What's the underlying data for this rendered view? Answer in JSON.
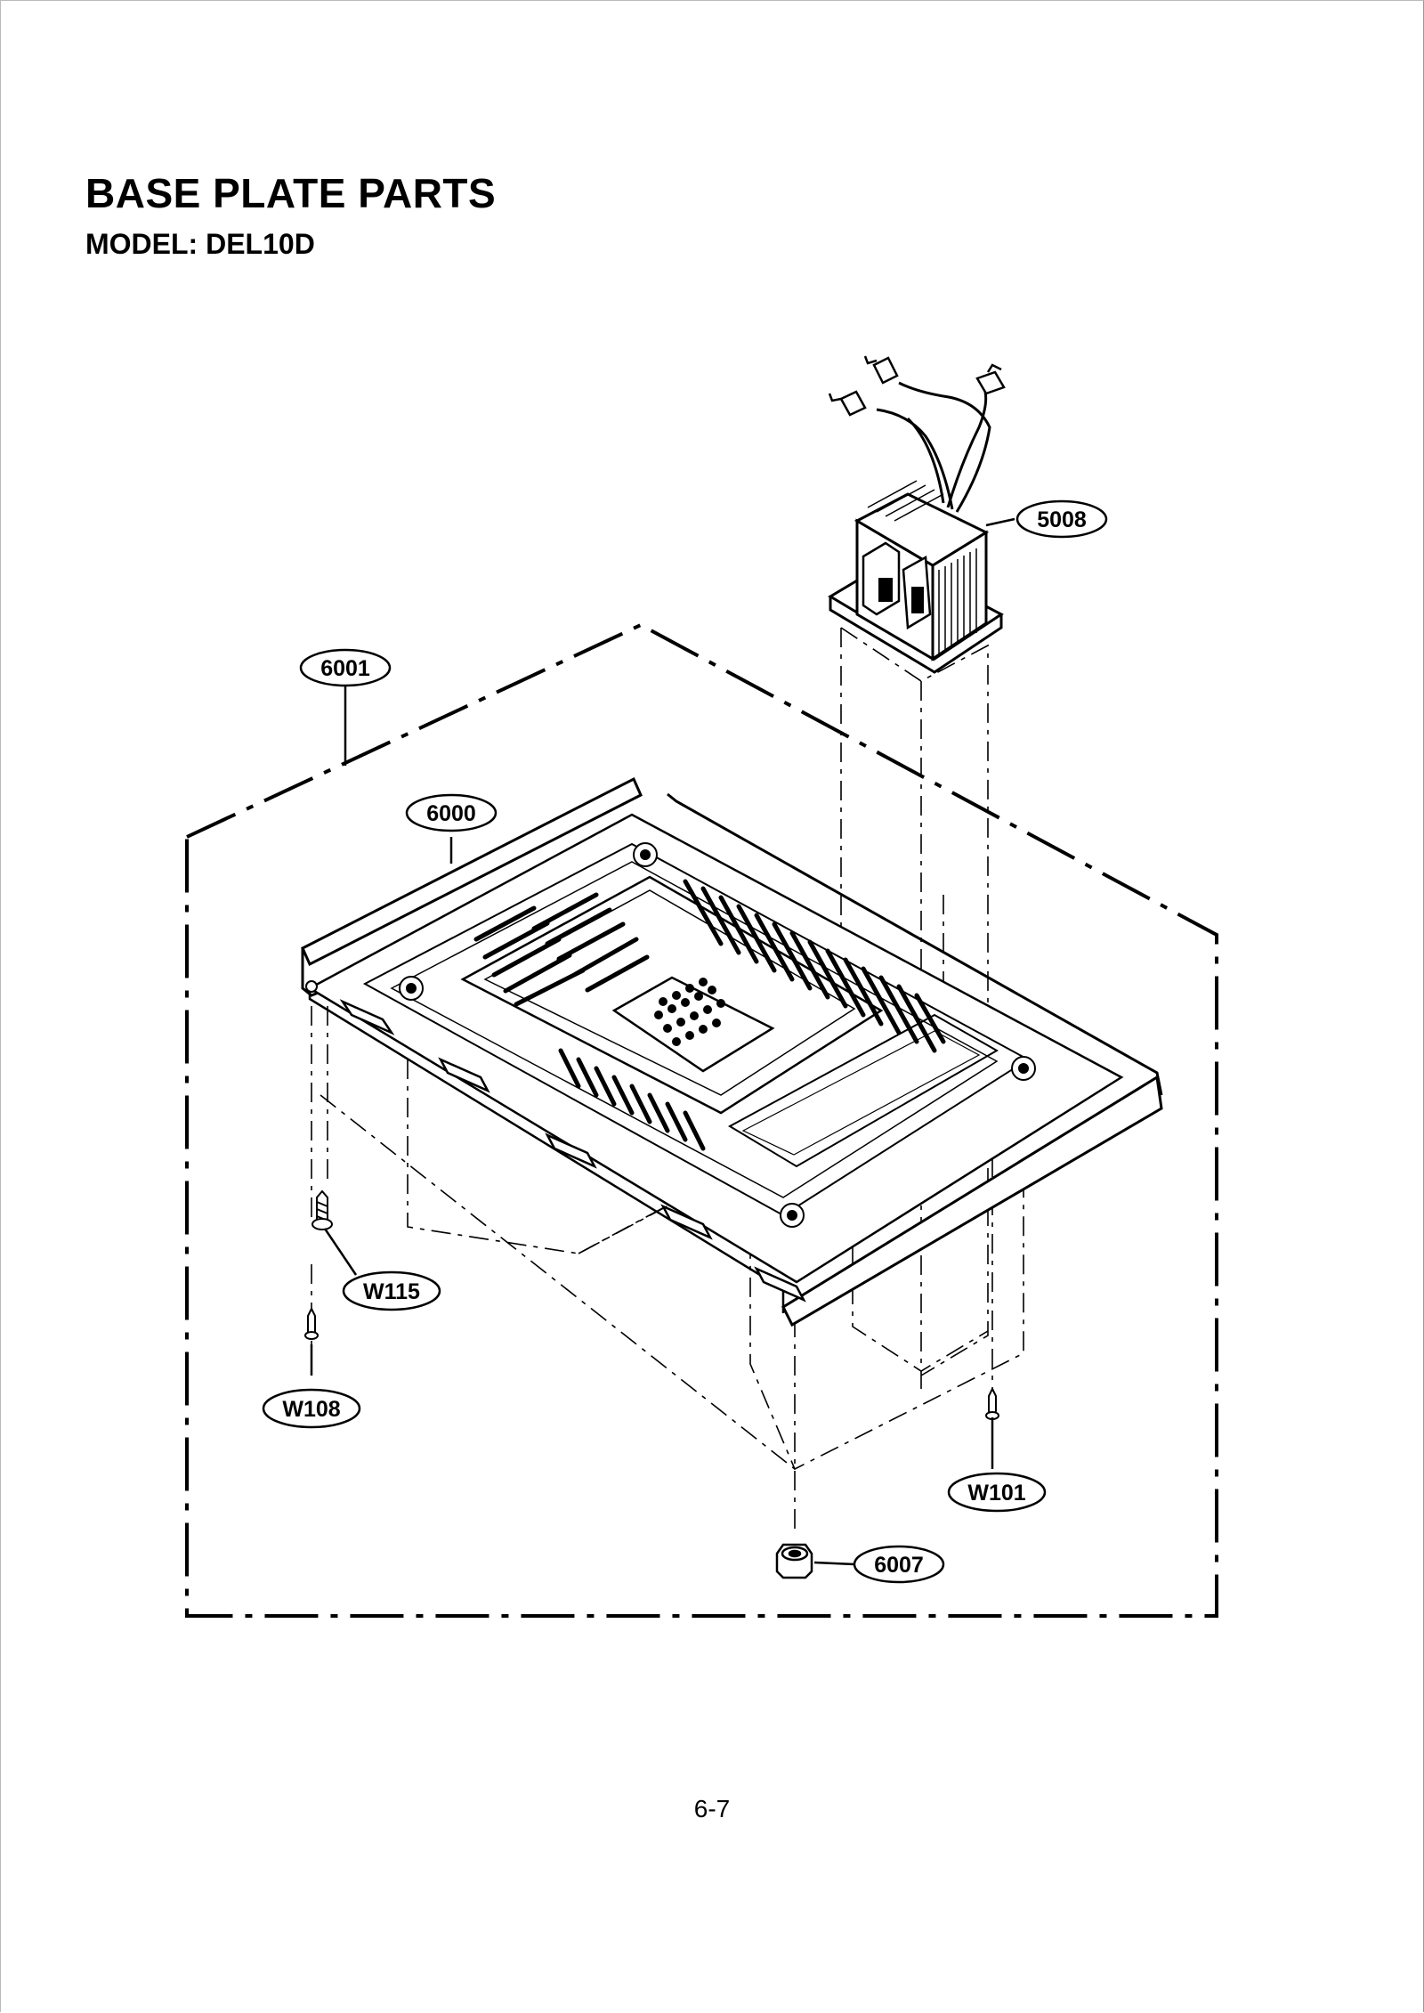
{
  "document": {
    "title": "BASE PLATE PARTS",
    "model": "MODEL: DEL10D",
    "page_number": "6-7"
  },
  "callouts": {
    "c5008": "5008",
    "c6001": "6001",
    "c6000": "6000",
    "cW115": "W115",
    "cW108": "W108",
    "cW101": "W101",
    "c6007": "6007"
  }
}
